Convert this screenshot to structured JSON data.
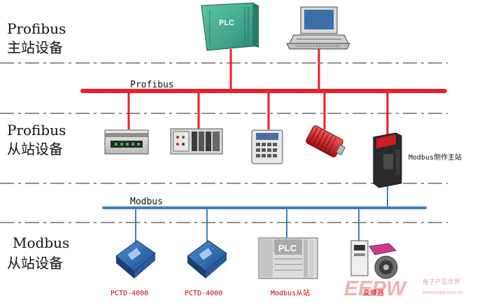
{
  "sections": {
    "master_line1": "Profibus",
    "master_line2": "主站设备",
    "slave_line1": "Profibus",
    "slave_line2": "从站设备",
    "modbus_line1": "Modbus",
    "modbus_line2": "从站设备"
  },
  "buses": {
    "profibus": "Profibus",
    "modbus": "Modbus",
    "profibus_color": "#ee1c25",
    "modbus_color": "#3d7fc1"
  },
  "devices": {
    "master_plc_text": "PLC",
    "gateway_label": "Modbus侧作主站",
    "pctd1": "PCTD-4000",
    "pctd2": "PCTD-4000",
    "modbus_plc_text": "PLC",
    "modbus_slave_label": "Modbus从站",
    "vfd_label": "变频器"
  },
  "watermark": {
    "logo": "EEPW",
    "cn": "电子产品世界",
    "url": "www.eepw.com.cn"
  }
}
